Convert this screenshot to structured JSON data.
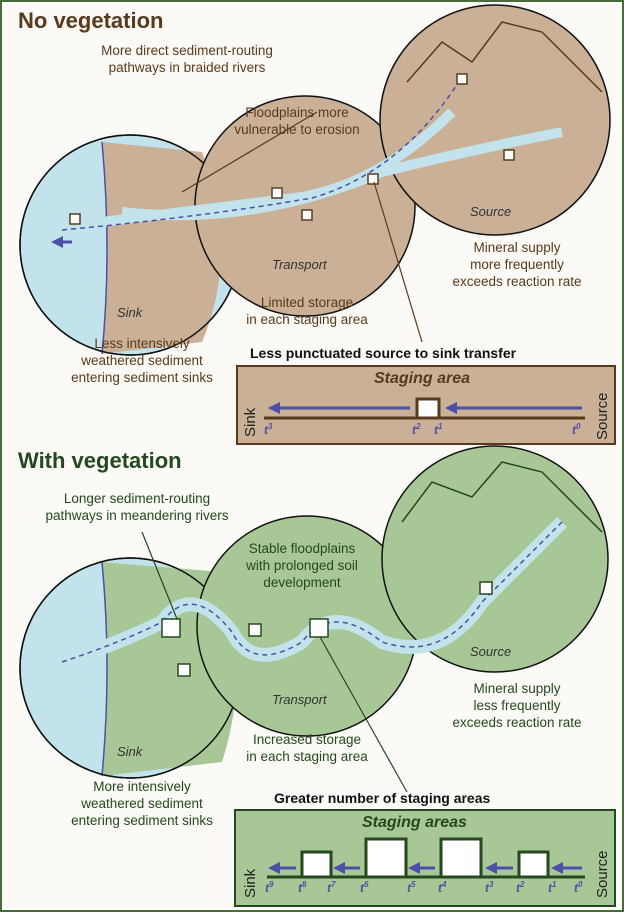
{
  "top": {
    "title": "No vegetation",
    "labels": {
      "braided": "More direct sediment-routing\npathways in braided rivers",
      "floodplains": "Floodplains more\nvulnerable to erosion",
      "mineral": "Mineral supply\nmore frequently\nexceeds reaction rate",
      "storage": "Limited storage\nin each staging area",
      "sediment": "Less intensively\nweathered sediment\nentering sediment sinks"
    },
    "circles": {
      "sink": "Sink",
      "transport": "Transport",
      "source": "Source"
    },
    "box": {
      "caption": "Less punctuated source to sink transfer",
      "title": "Staging area",
      "sink": "Sink",
      "source": "Source",
      "times": [
        "t",
        "t",
        "t",
        "t"
      ],
      "sups": [
        "3",
        "2",
        "1",
        "0"
      ]
    }
  },
  "bottom": {
    "title": "With vegetation",
    "labels": {
      "meandering": "Longer sediment-routing\npathways in meandering rivers",
      "floodplains": "Stable floodplains\nwith prolonged soil\ndevelopment",
      "mineral": "Mineral supply\nless frequently\nexceeds reaction rate",
      "storage": "Increased storage\nin each staging area",
      "sediment": "More intensively\nweathered sediment\nentering sediment sinks"
    },
    "circles": {
      "sink": "Sink",
      "transport": "Transport",
      "source": "Source"
    },
    "box": {
      "caption": "Greater number of staging areas",
      "title": "Staging areas",
      "sink": "Sink",
      "source": "Source",
      "sups": [
        "9",
        "8",
        "7",
        "6",
        "5",
        "4",
        "3",
        "2",
        "1",
        "0"
      ],
      "t": "t"
    }
  },
  "colors": {
    "tan": "#c9b096",
    "water": "#c3e3ec",
    "green": "#a8c797",
    "brown": "#5a3a1c",
    "darkgreen": "#24481f",
    "arrow": "#4e4fa8"
  }
}
